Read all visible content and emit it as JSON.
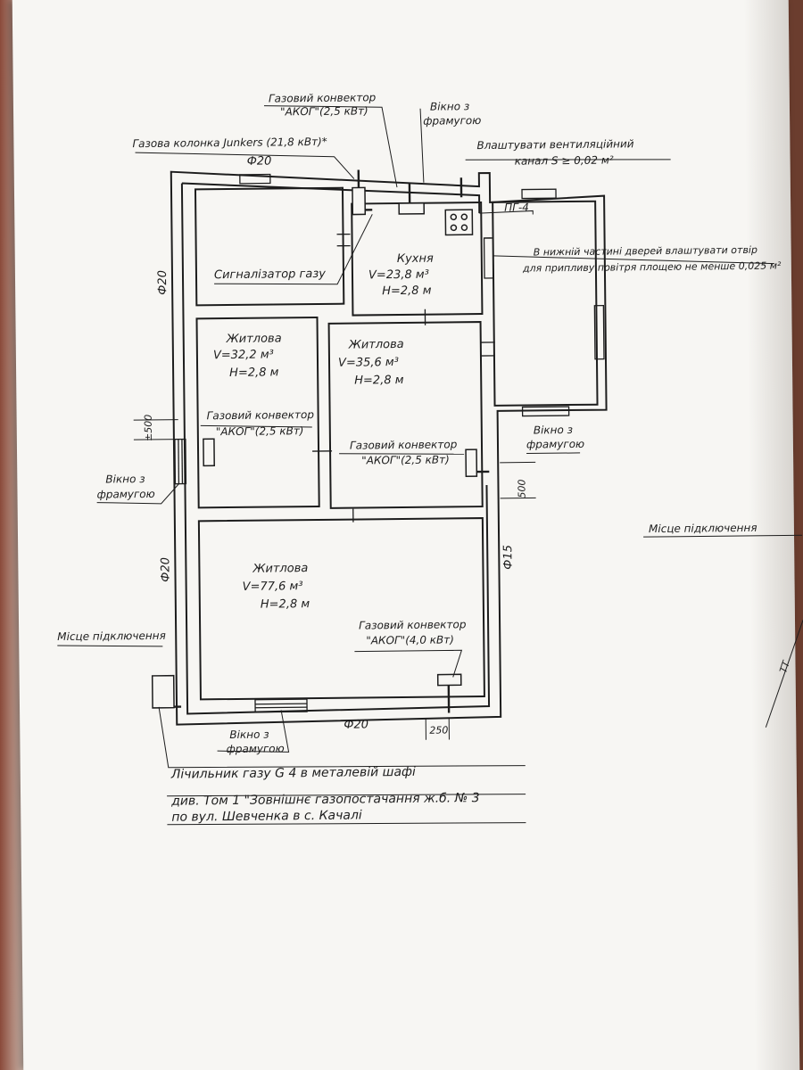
{
  "labels": {
    "convector_top": "Газовий конвектор",
    "convector_top_spec": "\"АКОГ\"(2,5 кВт)",
    "window_top_1": "Вікно з",
    "window_top_2": "фрамугою",
    "boiler": "Газова колонка Junkers (21,8 кВт)*",
    "vent_1": "Влаштувати вентиляційний",
    "vent_2": "канал S ≥ 0,02 м²",
    "pg4": "ПГ-4",
    "kitchen_title": "Кухня",
    "kitchen_v": "V=23,8 м³",
    "kitchen_h": "H=2,8 м",
    "door_note_1": "В нижній частині дверей влаштувати отвір",
    "door_note_2": "для припливу повітря площею не менше 0,025 м²",
    "gas_alarm": "Сигналізатор газу",
    "pipe_top": "Ф20",
    "pipe_left_1": "Ф20",
    "pipe_left_2": "Ф20",
    "pipe_right": "Ф15",
    "pipe_bottom": "Ф20",
    "room1_title": "Житлова",
    "room1_v": "V=32,2 м³",
    "room1_h": "H=2,8 м",
    "room2_title": "Житлова",
    "room2_v": "V=35,6 м³",
    "room2_h": "H=2,8 м",
    "convector_left": "Газовий конвектор",
    "convector_left_spec": "\"АКОГ\"(2,5 кВт)",
    "convector_mid": "Газовий конвектор",
    "convector_mid_spec": "\"АКОГ\"(2,5 кВт)",
    "window_left_1": "Вікно з",
    "window_left_2": "фрамугою",
    "window_right_1": "Вікно з",
    "window_right_2": "фрамугою",
    "dim_left": "±500",
    "dim_right": "500",
    "room3_title": "Житлова",
    "room3_v": "V=77,6 м³",
    "room3_h": "H=2,8 м",
    "convector_bottom": "Газовий конвектор",
    "convector_bottom_spec": "\"АКОГ\"(4,0 кВт)",
    "connection_left": "Місце підключення",
    "connection_right": "Місце підключення",
    "window_bottom_1": "Вікно з",
    "window_bottom_2": "фрамугою",
    "dim_bottom": "250",
    "meter_note_1": "Лічильник газу G 4 в металевій шафі",
    "meter_note_2": "див. Том 1 \"Зовнішнє газопостачання ж.б. № 3",
    "meter_note_3": "по вул. Шевченка в с. Качалі"
  },
  "colors": {
    "paper": "#f7f6f3",
    "ink": "#1d1d1d",
    "background": "#6b3d2e"
  }
}
